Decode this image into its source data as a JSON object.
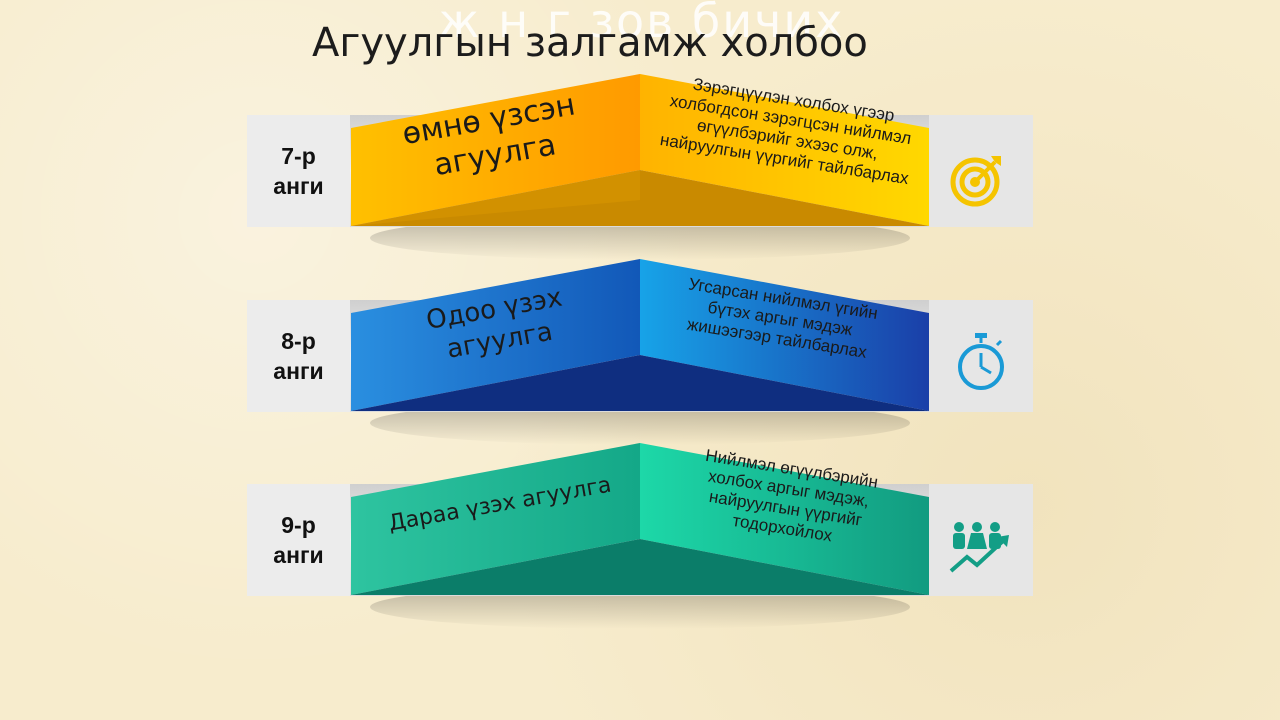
{
  "header": {
    "ghost_text": "ж н г зов бичих",
    "title": "Агуулгын залгамж холбоо"
  },
  "rows": [
    {
      "grade_line1": "7-р",
      "grade_line2": "анги",
      "label_line1": "өмнө үзсэн",
      "label_line2": "агуулга",
      "desc_line1": "Зэрэгцүүлэн холбох үгээр",
      "desc_line2": "холбогдсон зэрэгцсэн нийлмэл",
      "desc_line3": "өгүүлбэрийг эхээс олж,",
      "desc_line4": "найруулгын үүргийг тайлбарлах",
      "icon": "target-icon",
      "color": "#f5b800"
    },
    {
      "grade_line1": "8-р",
      "grade_line2": "анги",
      "label_line1": "Одоо үзэх",
      "label_line2": "агуулга",
      "desc_line1": "Угсарсан нийлмэл үгийн",
      "desc_line2": "бүтэх аргыг мэдэж",
      "desc_line3": "жишээгээр тайлбарлах",
      "icon": "stopwatch-icon",
      "color": "#1a6fc4"
    },
    {
      "grade_line1": "9-р",
      "grade_line2": "анги",
      "label_line1": "Дараа үзэх агуулга",
      "desc_line1": "Нийлмэл өгүүлбэрийн",
      "desc_line2": "холбох аргыг мэдэж,",
      "desc_line3": "найруулгын үүргийг",
      "desc_line4": "тодорхойлох",
      "icon": "people-growth-icon",
      "color": "#1cb896"
    }
  ]
}
